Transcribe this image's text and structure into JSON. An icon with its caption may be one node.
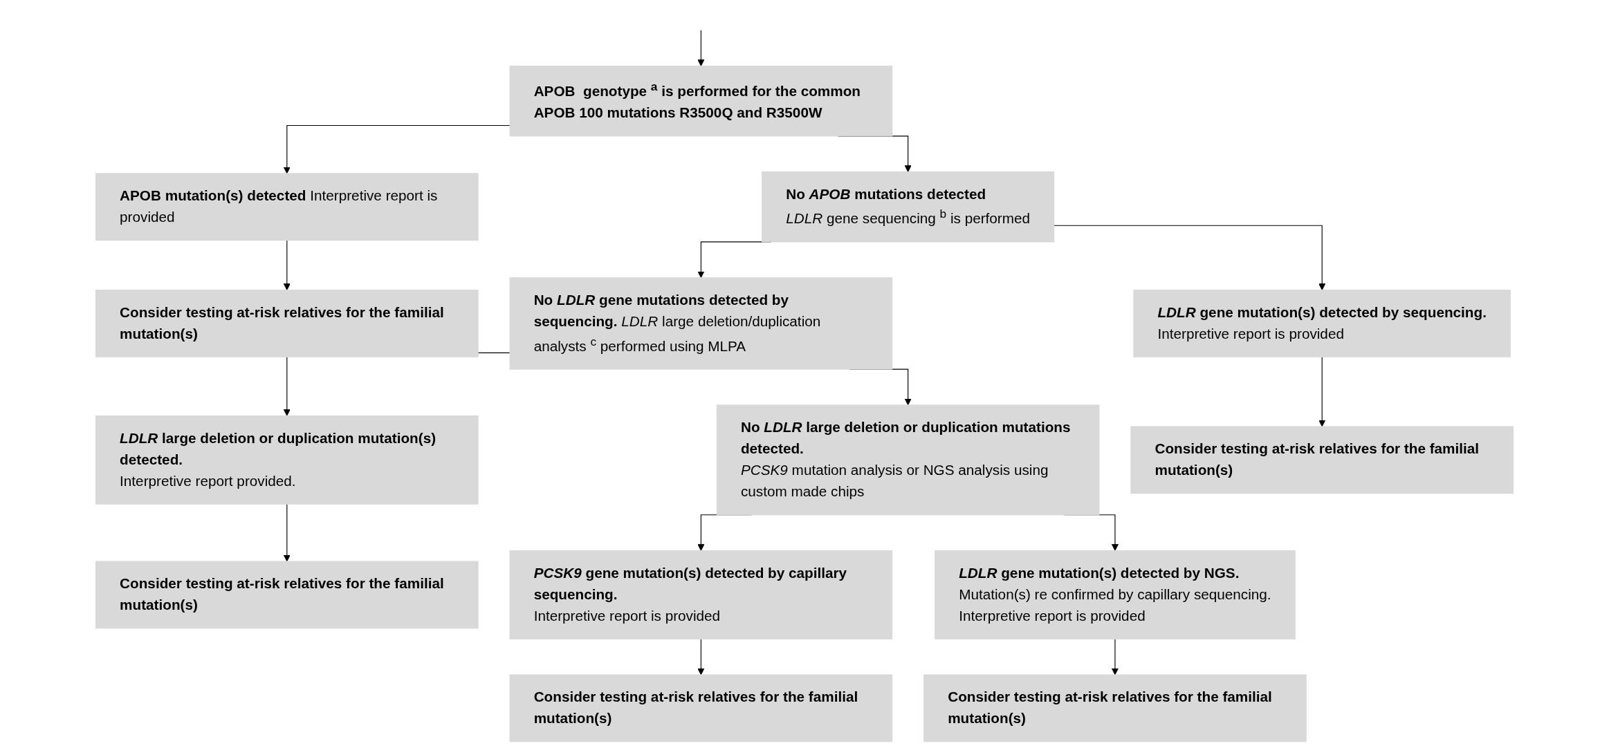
{
  "diagram": {
    "nodes": [
      {
        "text": [
          "APOB  genotype $^{a}$ is performed for the common APOB 100 mutations R3500Q and R3500W"
        ]
      },
      {
        "text": [
          "**APOB mutation(s) detected** Interpretive report is provided"
        ]
      },
      {
        "text": [
          "No *APOB* mutations detected",
          "*LDLR* gene sequencing $^{b}$ is performed"
        ]
      },
      {
        "text": [
          "Consider testing at-risk relatives for the familial mutation(s)"
        ]
      },
      {
        "text": [
          "**No *LDLR* gene mutations detected by sequencing.** *LDLR* large deletion/duplication analysts $^{c}$ performed using MLPA"
        ]
      },
      {
        "text": [
          "*LDLR* gene mutation(s) detected by sequencing.",
          "Interpretive report is provided"
        ]
      },
      {
        "text": [
          "*LDLR* large deletion or duplication mutation(s) detected.",
          "Interpretive report provided."
        ]
      },
      {
        "text": [
          "No *LDLR* large deletion or duplication mutations detected.",
          "*PCSK9* mutation analysis or NGS analysis using custom made chips"
        ]
      },
      {
        "text": [
          "Consider testing at-risk relatives for the familial mutation(s)"
        ]
      },
      {
        "text": [
          "Consider testing at-risk relatives for the familial mutation(s)"
        ]
      },
      {
        "text": [
          "*PCSK9* gene mutation(s) detected by capillary sequencing.",
          "Interpretive report is provided"
        ]
      },
      {
        "text": [
          "*LDLR* gene mutation(s) detected by NGS.",
          "Mutation(s) re confirmed by capillary sequencing.",
          "Interpretive report is provided"
        ]
      },
      {
        "text": [
          "Consider testing at-risk relatives for the familial mutation(s)"
        ]
      },
      {
        "text": [
          "Consider testing at-risk relatives for the familial mutation(s)"
        ]
      }
    ],
    "edges": [
      {
        "from": null,
        "to": 0,
        "arrow": "to"
      },
      {
        "from": 0,
        "to": 1,
        "arrow": "to"
      },
      {
        "from": 0,
        "to": 2,
        "arrow": "to"
      },
      {
        "from": 1,
        "to": 3,
        "arrow": "to"
      },
      {
        "from": 2,
        "to": 4,
        "arrow": "to"
      },
      {
        "from": 2,
        "to": 5,
        "arrow": "to"
      },
      {
        "from": 4,
        "to": 6,
        "arrow": "to"
      },
      {
        "from": 4,
        "to": 7,
        "arrow": "to"
      },
      {
        "from": 5,
        "to": 8,
        "arrow": "to"
      },
      {
        "from": 6,
        "to": 9,
        "arrow": "to"
      },
      {
        "from": 7,
        "to": 10,
        "arrow": "to"
      },
      {
        "from": 7,
        "to": 11,
        "arrow": "to"
      },
      {
        "from": 10,
        "to": 12,
        "arrow": "to"
      },
      {
        "from": 11,
        "to": 13,
        "arrow": "to"
      }
    ]
  }
}
